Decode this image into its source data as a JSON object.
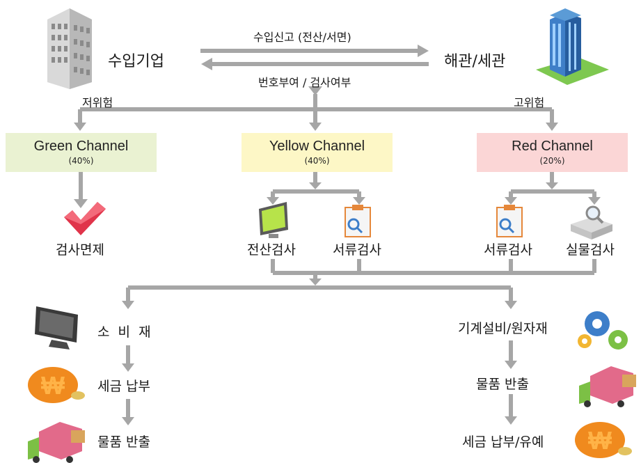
{
  "importer": "수입기업",
  "customs": "해관/세관",
  "declaration": "수입신고 (전산/서면)",
  "response": "번호부여 / 검사여부",
  "low_risk": "저위험",
  "high_risk": "고위험",
  "channels": {
    "green": {
      "name": "Green Channel",
      "pct": "(40%)"
    },
    "yellow": {
      "name": "Yellow Channel",
      "pct": "(40%)"
    },
    "red": {
      "name": "Red Channel",
      "pct": "(20%)"
    }
  },
  "inspections": {
    "exempt": "검사면제",
    "electronic": "전산검사",
    "document_y": "서류검사",
    "document_r": "서류검사",
    "physical": "실물검사"
  },
  "left_flow": [
    "소  비  재",
    "세금 납부",
    "물품 반출"
  ],
  "right_flow": [
    "기계설비/원자재",
    "물품 반출",
    "세금 납부/유예"
  ],
  "colors": {
    "arrow": "#a6a6a6",
    "green_box": "#eaf2d2",
    "yellow_box": "#fdf7c6",
    "red_box": "#fbd6d6"
  }
}
